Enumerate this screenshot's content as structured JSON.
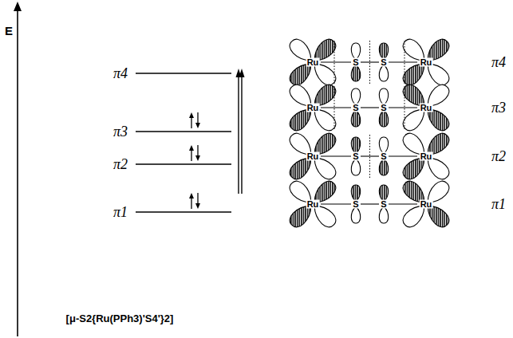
{
  "diagram": {
    "labels": [
      "E",
      "π4",
      "π3",
      "π2",
      "π1",
      "[μ-S2{Ru(PPh3)'S4'}2]",
      "Ru",
      "S",
      "S",
      "Ru",
      "π4",
      "Ru",
      "S",
      "S",
      "Ru",
      "π3",
      "Ru",
      "S",
      "S",
      "Ru",
      "π2",
      "Ru",
      "S",
      "S",
      "Ru",
      "π1"
    ]
  }
}
